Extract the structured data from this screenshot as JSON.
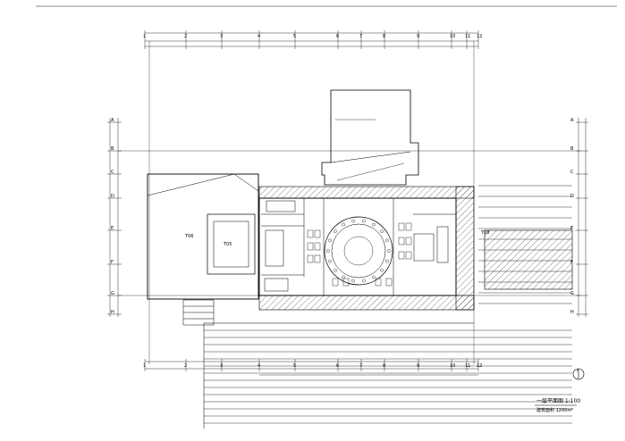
{
  "drawing": {
    "grid_top": [
      "1",
      "2",
      "3",
      "4",
      "5",
      "6",
      "7",
      "8",
      "9",
      "10",
      "11",
      "12"
    ],
    "grid_left": [
      "A",
      "B",
      "C",
      "D",
      "E",
      "F",
      "G",
      "H"
    ],
    "room_left": "T06",
    "room_inner": "T05",
    "room_right_label": "T08",
    "title": "一层平面图 1:100",
    "subtitle": "建筑面积 1200m²"
  }
}
